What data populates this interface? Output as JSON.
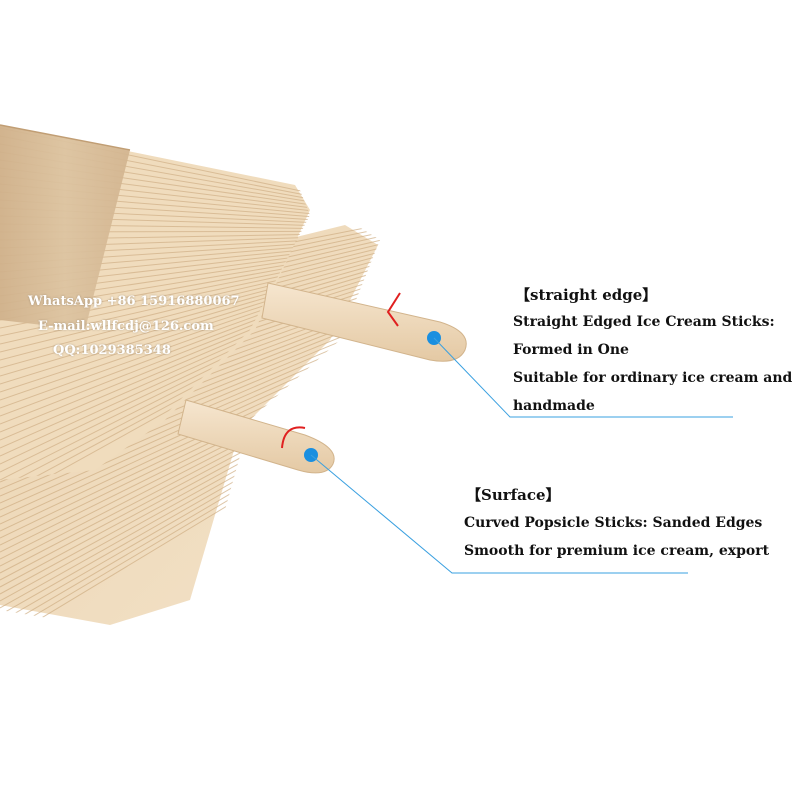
{
  "contact": {
    "whatsapp": "WhatsApp +86 15916880067",
    "email": "E-mail:wllfcdj@126.com",
    "qq": "QQ:1029385348"
  },
  "callouts": [
    {
      "heading": "【straight edge】",
      "lines": [
        "Straight Edged Ice Cream Sticks:",
        "Formed in One",
        "Suitable for ordinary ice cream and",
        "handmade"
      ]
    },
    {
      "heading": "【Surface】",
      "lines": [
        "Curved Popsicle Sticks: Sanded Edges",
        "Smooth for premium ice cream, export"
      ]
    }
  ],
  "colors": {
    "wood_light": "#f0dcc0",
    "wood_mid": "#e2c7a0",
    "wood_dark": "#c9a57a",
    "band": "#d9be9a",
    "marker_dot": "#1a8fe0",
    "leader_line": "#3aa0e0",
    "edge_mark": "#e02020"
  }
}
